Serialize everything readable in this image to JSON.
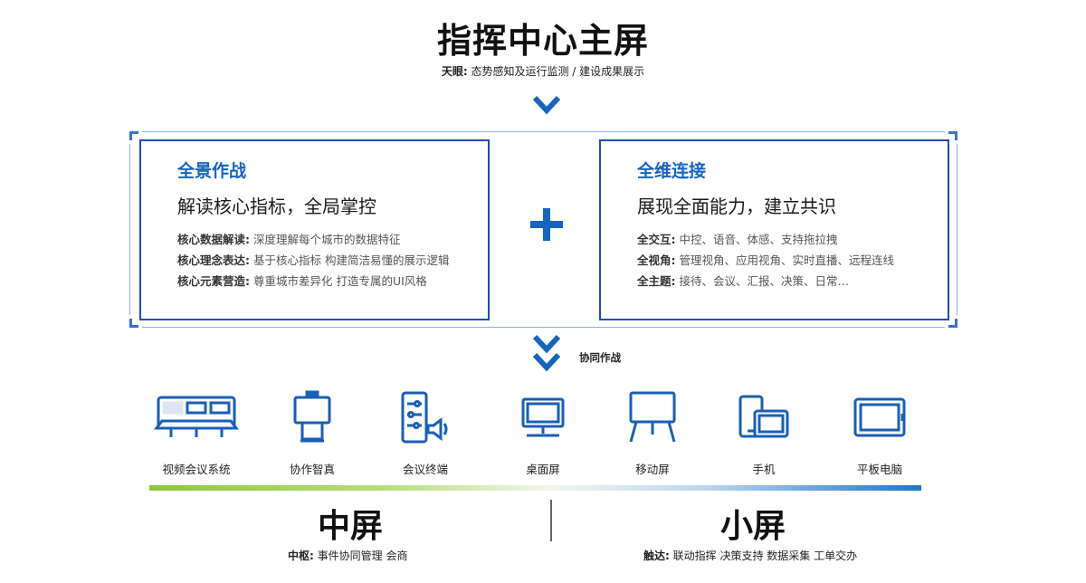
{
  "header": {
    "title": "指挥中心主屏",
    "subtitle_key": "天眼:",
    "subtitle_value": "态势感知及运行监测 / 建设成果展示"
  },
  "left_card": {
    "title": "全景作战",
    "subtitle": "解读核心指标，全局掌控",
    "rows": [
      {
        "key": "核心数据解读:",
        "value": "深度理解每个城市的数据特征"
      },
      {
        "key": "核心理念表达:",
        "value": "基于核心指标 构建简洁易懂的展示逻辑"
      },
      {
        "key": "核心元素营造:",
        "value": "尊重城市差异化 打造专属的UI风格"
      }
    ]
  },
  "right_card": {
    "title": "全维连接",
    "subtitle": "展现全面能力，建立共识",
    "rows": [
      {
        "key": "全交互:",
        "value": "中控、语音、体感、支持拖拉拽"
      },
      {
        "key": "全视角:",
        "value": "管理视角、应用视角、实时直播、远程连线"
      },
      {
        "key": "全主题:",
        "value": "接待、会议、汇报、决策、日常…"
      }
    ]
  },
  "collab_label": "协同作战",
  "devices": [
    {
      "label": "视频会议系统",
      "icon": "video-conference-icon"
    },
    {
      "label": "协作智真",
      "icon": "collaboration-terminal-icon"
    },
    {
      "label": "会议终端",
      "icon": "meeting-terminal-icon"
    },
    {
      "label": "桌面屏",
      "icon": "desktop-screen-icon"
    },
    {
      "label": "移动屏",
      "icon": "mobile-screen-icon"
    },
    {
      "label": "手机",
      "icon": "phone-icon"
    },
    {
      "label": "平板电脑",
      "icon": "tablet-icon"
    }
  ],
  "bottom": {
    "mid_title": "中屏",
    "mid_key": "中枢:",
    "mid_value": "事件协同管理 会商",
    "small_title": "小屏",
    "small_key": "触达:",
    "small_value": "联动指挥 决策支持 数据采集 工单交办"
  },
  "colors": {
    "accent_blue": "#1565c0",
    "card_border": "#1f4bb8",
    "gradient_left": "#8cc63f",
    "gradient_right": "#1e78c8"
  }
}
